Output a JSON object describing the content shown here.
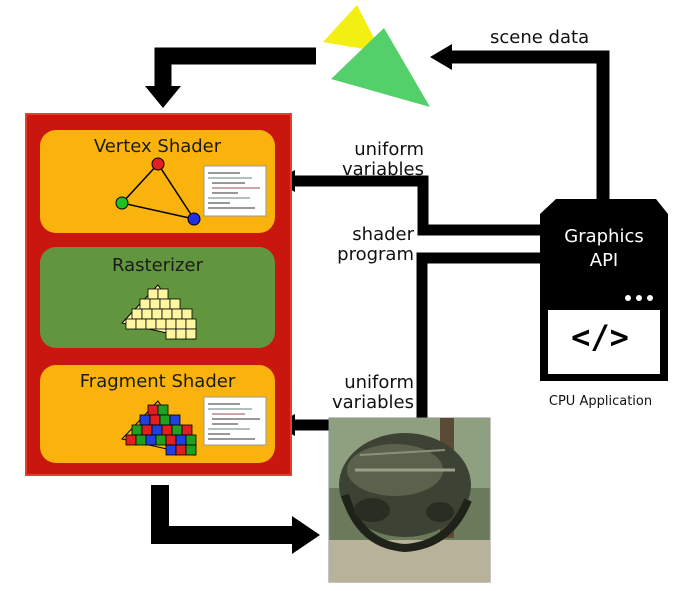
{
  "pipeline": {
    "stages": [
      {
        "label": "Vertex Shader"
      },
      {
        "label": "Rasterizer"
      },
      {
        "label": "Fragment Shader"
      }
    ]
  },
  "inputs": {
    "scene_data": "scene data",
    "uniform_top_line1": "uniform",
    "uniform_top_line2": "variables",
    "shader_line1": "shader",
    "shader_line2": "program",
    "uniform_bottom_line1": "uniform",
    "uniform_bottom_line2": "variables"
  },
  "api": {
    "title_line1": "Graphics",
    "title_line2": "API",
    "caption": "CPU Application",
    "code_symbol": "</>",
    "dots_icon": "ellipsis-icon"
  },
  "colors": {
    "pipeline_red": "#c9170f",
    "stage_orange": "#f9b30c",
    "stage_green": "#62963e",
    "arrow": "#000000",
    "triangle_yellow": "#f6ef16",
    "triangle_green": "#5cd35a"
  }
}
